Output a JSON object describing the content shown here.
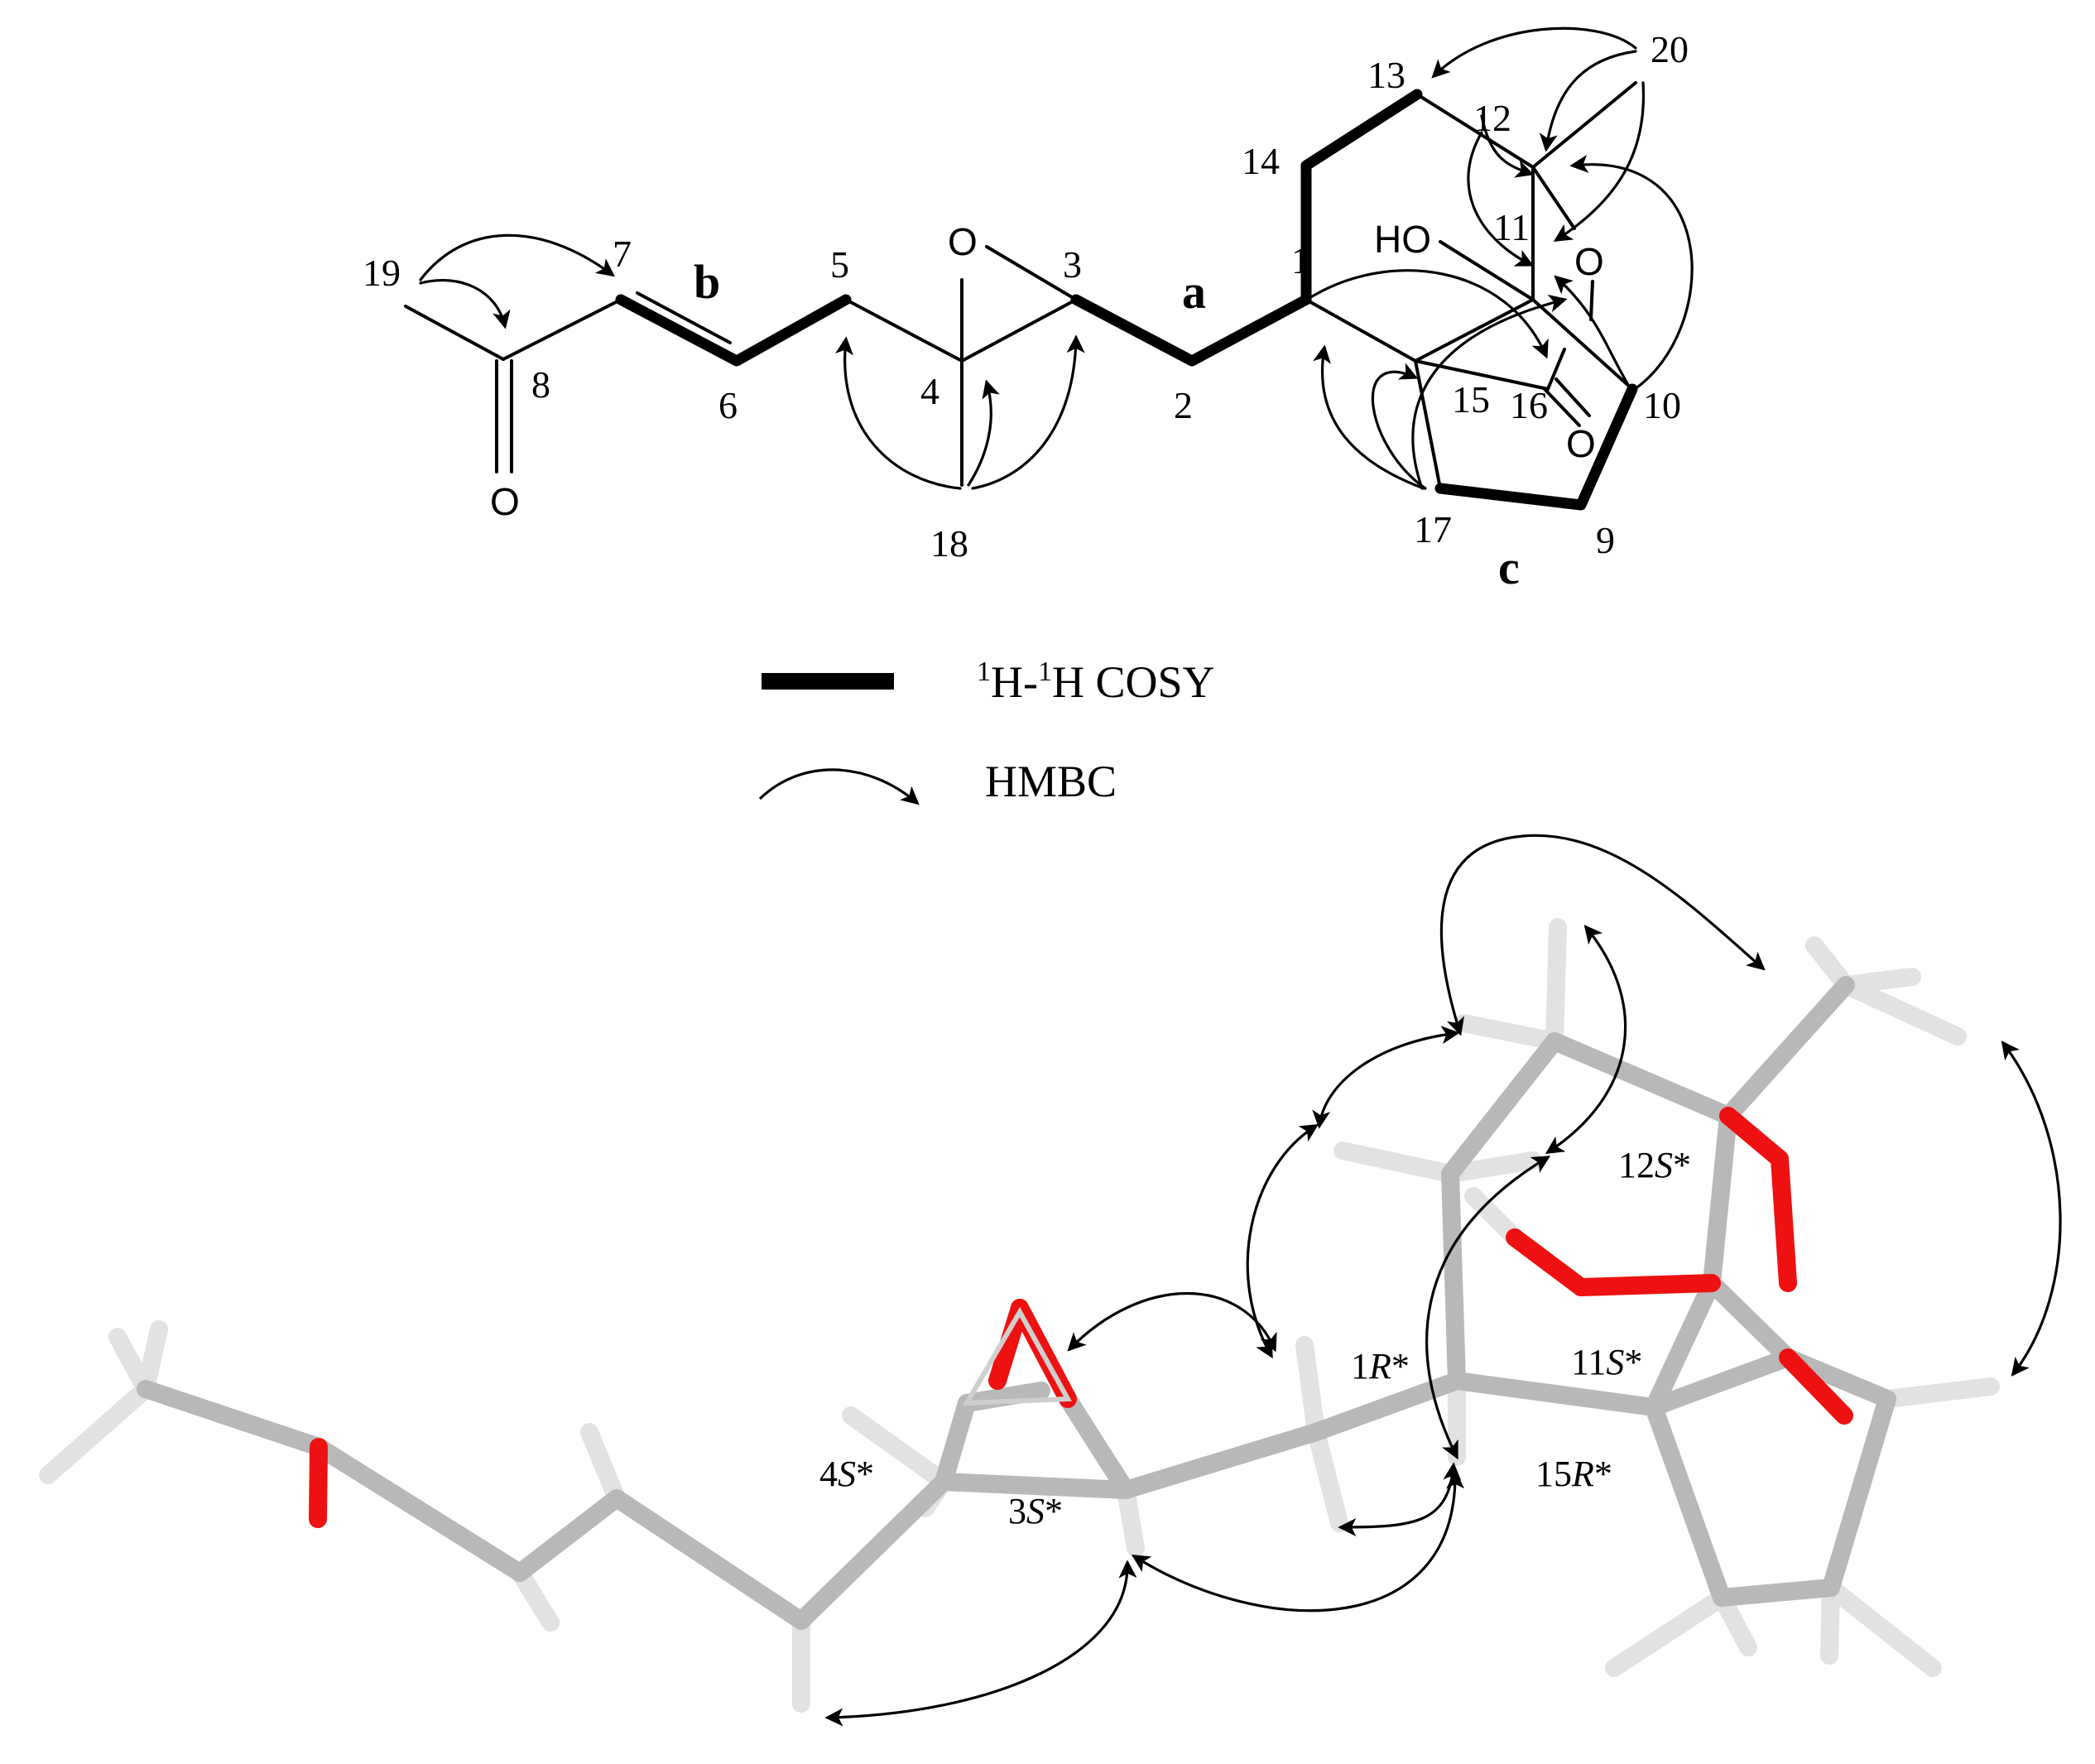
{
  "atom_numbers": [
    "1",
    "2",
    "3",
    "4",
    "5",
    "6",
    "7",
    "8",
    "9",
    "10",
    "11",
    "12",
    "13",
    "14",
    "15",
    "16",
    "17",
    "18",
    "19",
    "20"
  ],
  "heteroatoms": {
    "epoxide_o": "O",
    "ketone_o": "O",
    "ether_o": "O",
    "lactone_o": "O",
    "hydroxyl": "HO"
  },
  "fragments": {
    "a": "a",
    "b": "b",
    "c": "c"
  },
  "legend": {
    "cosy_sup1": "1",
    "cosy_h1": "H-",
    "cosy_sup2": "1",
    "cosy_rest": "H COSY",
    "hmbc": "HMBC"
  },
  "stereocenters": {
    "c1": {
      "num": "1",
      "letter": "R",
      "star": "*"
    },
    "c3": {
      "num": "3",
      "letter": "S",
      "star": "*"
    },
    "c4": {
      "num": "4",
      "letter": "S",
      "star": "*"
    },
    "c11": {
      "num": "11",
      "letter": "S",
      "star": "*"
    },
    "c12": {
      "num": "12",
      "letter": "S",
      "star": "*"
    },
    "c15": {
      "num": "15",
      "letter": "R",
      "star": "*"
    }
  },
  "colors": {
    "bond": "#000000",
    "stick": "#b8b8b8",
    "hydrogen": "#e2e2e2",
    "oxygen": "#ee1111",
    "noe_arrow": "#000000"
  }
}
